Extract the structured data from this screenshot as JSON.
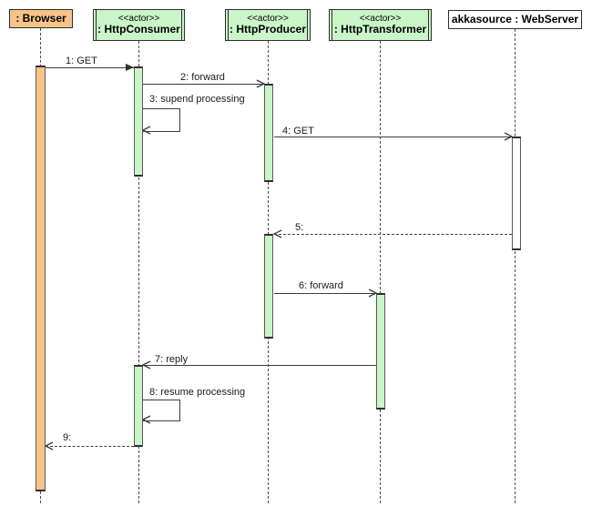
{
  "diagram_type": "uml-sequence-diagram",
  "participants": [
    {
      "name": ": Browser",
      "kind": "object",
      "fill": "#F8C389"
    },
    {
      "stereotype": "<<actor>>",
      "name": ": HttpConsumer",
      "kind": "actor",
      "fill": "#CAF5C8"
    },
    {
      "stereotype": "<<actor>>",
      "name": ": HttpProducer",
      "kind": "actor",
      "fill": "#CAF5C8"
    },
    {
      "stereotype": "<<actor>>",
      "name": ": HttpTransformer",
      "kind": "actor",
      "fill": "#CAF5C8"
    },
    {
      "name": "akkasource : WebServer",
      "kind": "object",
      "fill": "#FFFFFF"
    }
  ],
  "messages": [
    {
      "label": "1: GET",
      "from": ": Browser",
      "to": ": HttpConsumer",
      "line": "solid",
      "arrowhead": "filled"
    },
    {
      "label": "2: forward",
      "from": ": HttpConsumer",
      "to": ": HttpProducer",
      "line": "solid",
      "arrowhead": "open"
    },
    {
      "label": "3: supend processing",
      "from": ": HttpConsumer",
      "to": ": HttpConsumer",
      "line": "solid",
      "arrowhead": "open",
      "self_message": true
    },
    {
      "label": "4: GET",
      "from": ": HttpProducer",
      "to": "akkasource : WebServer",
      "line": "solid",
      "arrowhead": "open"
    },
    {
      "label": "5:",
      "from": "akkasource : WebServer",
      "to": ": HttpProducer",
      "line": "dashed",
      "arrowhead": "open"
    },
    {
      "label": "6: forward",
      "from": ": HttpProducer",
      "to": ": HttpTransformer",
      "line": "solid",
      "arrowhead": "open"
    },
    {
      "label": "7: reply",
      "from": ": HttpTransformer",
      "to": ": HttpConsumer",
      "line": "solid",
      "arrowhead": "open"
    },
    {
      "label": "8: resume processing",
      "from": ": HttpConsumer",
      "to": ": HttpConsumer",
      "line": "solid",
      "arrowhead": "open",
      "self_message": true
    },
    {
      "label": "9:",
      "from": ": HttpConsumer",
      "to": ": Browser",
      "line": "dashed",
      "arrowhead": "open"
    }
  ],
  "colors": {
    "object_fill": "#F8C389",
    "actor_fill": "#CAF5C8",
    "webserver_fill": "#FFFFFF",
    "box_border": "#2E2E2E",
    "line": "#3C3C3C",
    "background": "#FFFFFF"
  }
}
